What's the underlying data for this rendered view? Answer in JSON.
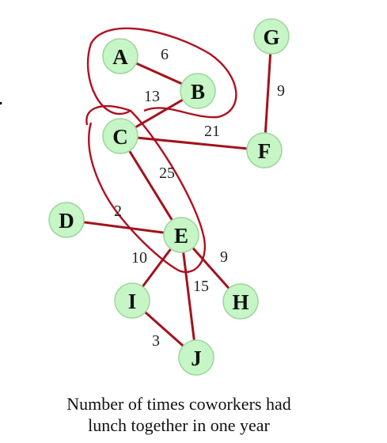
{
  "edge_mark": ".",
  "nodes": [
    {
      "id": "A",
      "label": "A"
    },
    {
      "id": "B",
      "label": "B"
    },
    {
      "id": "C",
      "label": "C"
    },
    {
      "id": "D",
      "label": "D"
    },
    {
      "id": "E",
      "label": "E"
    },
    {
      "id": "F",
      "label": "F"
    },
    {
      "id": "G",
      "label": "G"
    },
    {
      "id": "H",
      "label": "H"
    },
    {
      "id": "I",
      "label": "I"
    },
    {
      "id": "J",
      "label": "J"
    }
  ],
  "edges": [
    {
      "from": "A",
      "to": "B",
      "weight": "6"
    },
    {
      "from": "B",
      "to": "C",
      "weight": "13"
    },
    {
      "from": "G",
      "to": "F",
      "weight": "9"
    },
    {
      "from": "C",
      "to": "F",
      "weight": "21"
    },
    {
      "from": "C",
      "to": "E",
      "weight": "25"
    },
    {
      "from": "D",
      "to": "E",
      "weight": "2"
    },
    {
      "from": "E",
      "to": "I",
      "weight": "10"
    },
    {
      "from": "E",
      "to": "H",
      "weight": "9"
    },
    {
      "from": "E",
      "to": "J",
      "weight": "15"
    },
    {
      "from": "I",
      "to": "J",
      "weight": "3"
    }
  ],
  "caption": {
    "line1": "Number of times coworkers had",
    "line2": "lunch together in one year"
  },
  "colors": {
    "edge": "#a3121b",
    "loop": "#b01020",
    "node_fill": "#c6f5c6"
  }
}
